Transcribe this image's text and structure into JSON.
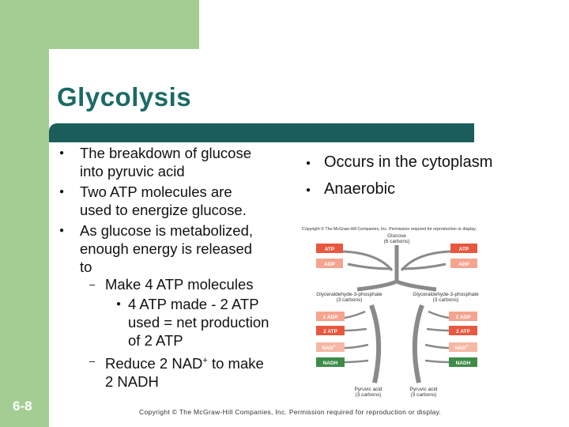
{
  "slide": {
    "title": "Glycolysis",
    "number": "6-8"
  },
  "left_column": {
    "bullets": [
      {
        "lines": [
          "The breakdown of glucose",
          "into pyruvic acid"
        ]
      },
      {
        "lines": [
          "Two ATP molecules are",
          "used to energize glucose."
        ]
      },
      {
        "lines": [
          "As glucose is metabolized,",
          "enough energy is released",
          "to"
        ]
      }
    ],
    "sub_bullets": [
      {
        "dash": "–",
        "lines": [
          "Make 4 ATP molecules"
        ]
      },
      {
        "dash": "–",
        "lines": [
          "Reduce 2 NAD",
          "to make",
          "2 NADH"
        ],
        "superscript": "+"
      }
    ],
    "sub_sub_bullets": [
      {
        "lines": [
          "4 ATP made - 2 ATP",
          "used = net production",
          "of 2 ATP"
        ]
      }
    ]
  },
  "right_column": {
    "bullets": [
      "Occurs in the cytoplasm",
      "Anaerobic"
    ]
  },
  "diagram": {
    "copyright_small": "Copyright © The McGraw-Hill Companies, Inc. Permission required for reproduction or display.",
    "glucose": [
      "Glucose",
      "(6 carbons)"
    ],
    "g3p_left": [
      "Glyceraldehyde-3-phosphate",
      "(3 carbons)"
    ],
    "g3p_right": [
      "Glyceraldehyde-3-phosphate",
      "(3 carbons)"
    ],
    "pyruvic_left": [
      "Pyruvic acid",
      "(3 carbons)"
    ],
    "pyruvic_right": [
      "Pyruvic acid",
      "(3 carbons)"
    ],
    "boxes": {
      "atp": "ATP",
      "adp": "ADP",
      "two_adp": "2 ADP",
      "two_atp": "2 ATP",
      "nad": "NAD",
      "nad_sup": "+",
      "nadh": "NADH"
    },
    "colors": {
      "atp": "#e8573f",
      "adp": "#f4a48f",
      "nad": "#f6b7a4",
      "nadh": "#3d8c49",
      "arrow": "#8a8a8a"
    }
  },
  "footer": {
    "copyright": "Copyright © The McGraw-Hill Companies, Inc. Permission required for reproduction or display."
  },
  "colors": {
    "sidebar_green": "#a4cd94",
    "title_teal": "#1b6a66",
    "rule_teal": "#1a5d5b"
  }
}
